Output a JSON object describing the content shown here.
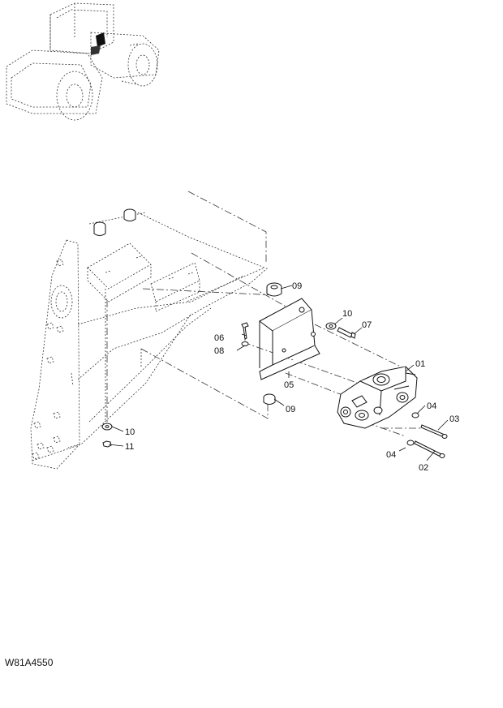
{
  "drawing_code": "W81A4550",
  "callouts": [
    {
      "id": "c01",
      "label": "01"
    },
    {
      "id": "c02",
      "label": "02"
    },
    {
      "id": "c03",
      "label": "03"
    },
    {
      "id": "c04a",
      "label": "04"
    },
    {
      "id": "c04b",
      "label": "04"
    },
    {
      "id": "c05",
      "label": "05"
    },
    {
      "id": "c06",
      "label": "06"
    },
    {
      "id": "c07",
      "label": "07"
    },
    {
      "id": "c08",
      "label": "08"
    },
    {
      "id": "c09a",
      "label": "09"
    },
    {
      "id": "c09b",
      "label": "09"
    },
    {
      "id": "c10a",
      "label": "10"
    },
    {
      "id": "c10b",
      "label": "10"
    },
    {
      "id": "c11",
      "label": "11"
    }
  ]
}
